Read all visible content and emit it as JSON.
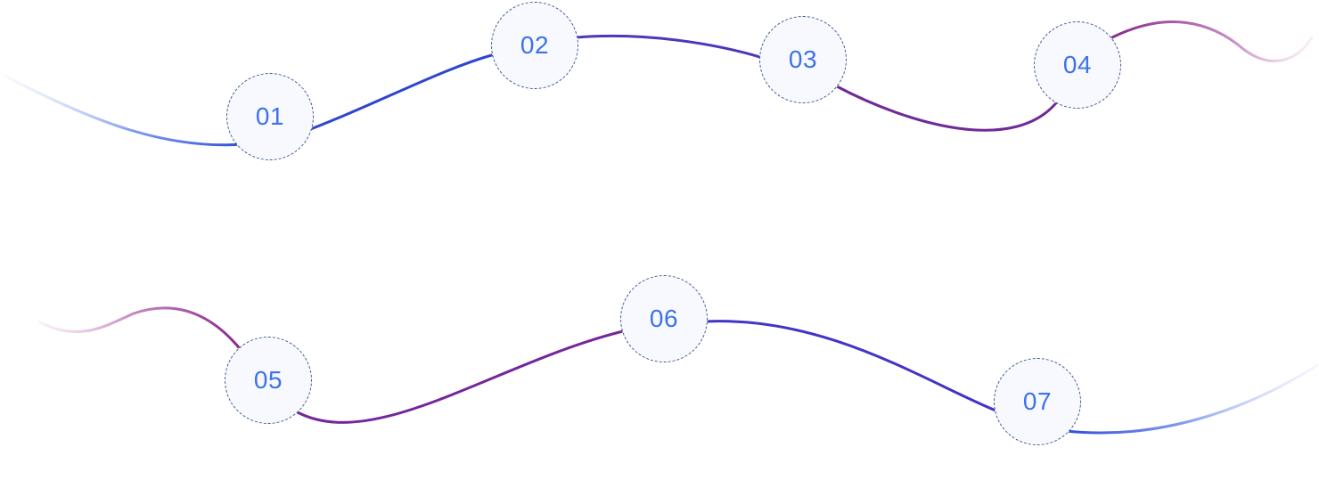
{
  "steps": [
    {
      "label": "01"
    },
    {
      "label": "02"
    },
    {
      "label": "03"
    },
    {
      "label": "04"
    },
    {
      "label": "05"
    },
    {
      "label": "06"
    },
    {
      "label": "07"
    }
  ],
  "colors": {
    "blue": "#2e4fd8",
    "indigo": "#4a38c4",
    "purple": "#6a2a9e",
    "magenta": "#86278a",
    "pink_fade": "#e6b8d6",
    "blue_fade": "#dbe3fb",
    "node_fill": "#f7f9fe",
    "node_border": "#3f5a93",
    "label": "#3d72ea"
  }
}
